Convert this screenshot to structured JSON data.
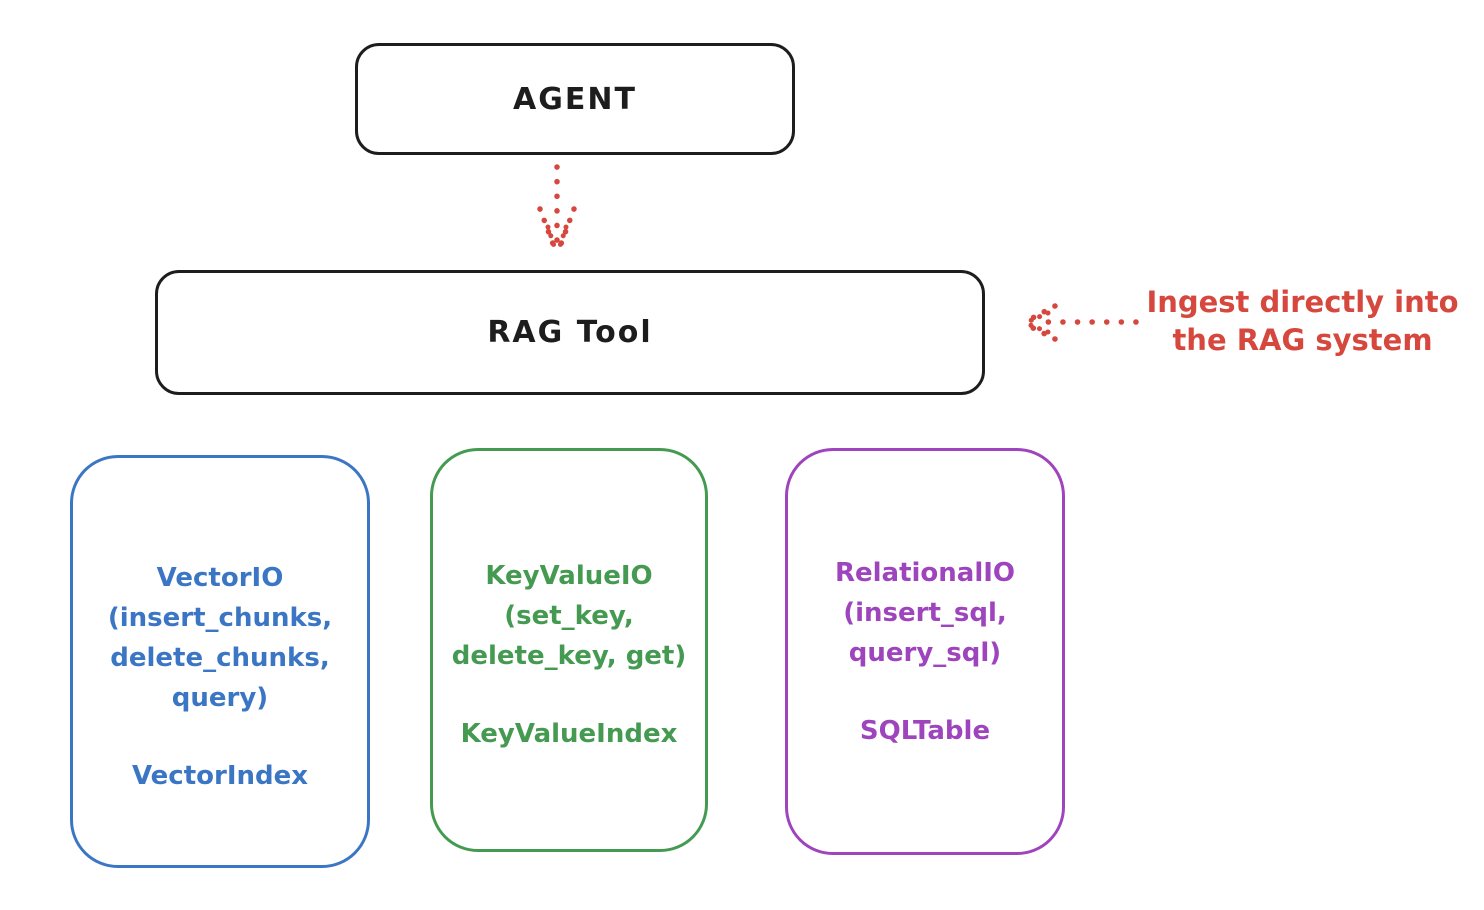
{
  "diagram": {
    "agent_box": {
      "label": "AGENT"
    },
    "rag_tool_box": {
      "label": "RAG Tool"
    },
    "annotation": {
      "line1": "Ingest directly into",
      "line2": "the RAG system"
    },
    "backends": [
      {
        "name": "VectorIO",
        "lines": [
          "VectorIO",
          "(insert_chunks,",
          "delete_chunks,",
          "query)"
        ],
        "index_label": "VectorIndex",
        "color_key": "blue"
      },
      {
        "name": "KeyValueIO",
        "lines": [
          "KeyValueIO",
          "(set_key,",
          "delete_key, get)"
        ],
        "index_label": "KeyValueIndex",
        "color_key": "green"
      },
      {
        "name": "RelationalIO",
        "lines": [
          "RelationalIO",
          "(insert_sql,",
          "query_sql)"
        ],
        "index_label": "SQLTable",
        "color_key": "purple"
      }
    ],
    "colors": {
      "ink": "#1d1d1d",
      "red": "#d6473d",
      "blue": "#3b76c5",
      "green": "#449a50",
      "purple": "#9e44bd"
    }
  }
}
